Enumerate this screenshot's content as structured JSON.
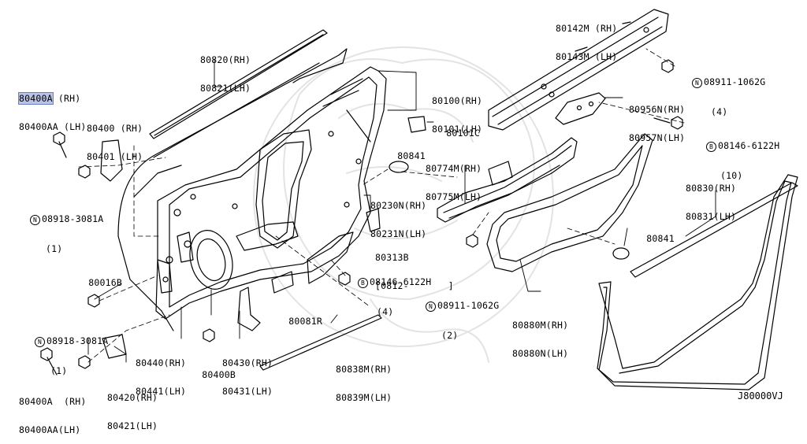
{
  "labels": {
    "p80400a_top": {
      "rh": "80400A",
      "rh_suf": " (RH)",
      "lh": "80400AA (LH)"
    },
    "p80400": {
      "rh": "80400 (RH)",
      "lh": "80401 (LH)"
    },
    "p08918_top": {
      "sym": "N",
      "code": "08918-3081A",
      "qty": "(1)"
    },
    "p80820": {
      "rh": "80820(RH)",
      "lh": "80821(LH)"
    },
    "p80100": {
      "rh": "80100(RH)",
      "lh": "80101(LH)"
    },
    "p80101c": {
      "text": "80101C"
    },
    "p80841_top": {
      "text": "80841"
    },
    "p80142m": {
      "rh": "80142M (RH)",
      "lh": "80143M (LH)"
    },
    "p08911_top": {
      "sym": "N",
      "code": "08911-1062G",
      "qty": "(4)"
    },
    "p80956n": {
      "rh": "80956N(RH)",
      "lh": "80957N(LH)"
    },
    "p08146_top": {
      "sym": "B",
      "code": "08146-6122H",
      "qty": "(10)"
    },
    "p80774m": {
      "rh": "80774M(RH)",
      "lh": "80775M(LH)"
    },
    "p80230n": {
      "rh": "80230N(RH)",
      "lh": "80231N(LH)"
    },
    "p80313b": {
      "code": "80313B",
      "note": "[0812-       ]"
    },
    "p08146_mid": {
      "sym": "B",
      "code": "08146-6122H",
      "qty": "(4)"
    },
    "p08911_mid": {
      "sym": "N",
      "code": "08911-1062G",
      "qty": "(2)"
    },
    "p80830": {
      "rh": "80830(RH)",
      "lh": "80831(LH)"
    },
    "p80841_right": {
      "text": "80841"
    },
    "p80880m": {
      "rh": "80880M(RH)",
      "lh": "80880N(LH)"
    },
    "p80016b": {
      "text": "80016B"
    },
    "p08918_bot": {
      "sym": "N",
      "code": "08918-3081A",
      "qty": "(1)"
    },
    "p80081r": {
      "text": "80081R"
    },
    "p80838m": {
      "rh": "80838M(RH)",
      "lh": "80839M(LH)"
    },
    "p80440": {
      "rh": "80440(RH)",
      "lh": "80441(LH)"
    },
    "p80430": {
      "rh": "80430(RH)",
      "lh": "80431(LH)"
    },
    "p80400b": {
      "text": "80400B"
    },
    "p80400a_bot": {
      "rh": "80400A  (RH)",
      "lh": "80400AA(LH)"
    },
    "p80420": {
      "rh": "80420(RH)",
      "lh": "80421(LH)"
    },
    "figure_code": "J80000VJ"
  },
  "colors": {
    "line": "#000000",
    "highlight": "#b9c3e8",
    "watermark": "#e6e6e6"
  },
  "icons": {
    "nut_symbol": "circled-N-icon",
    "bolt_symbol": "circled-B-icon"
  }
}
